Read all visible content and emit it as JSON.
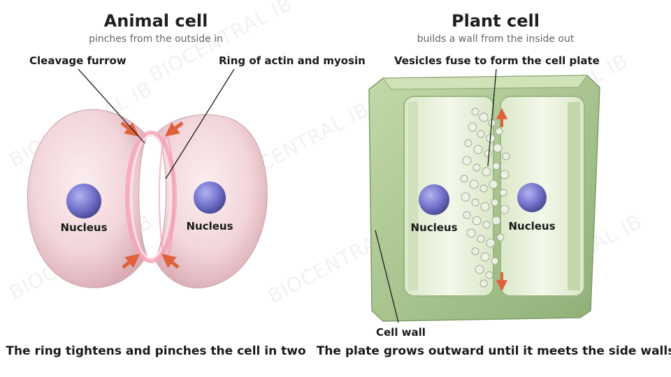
{
  "animal": {
    "title": "Animal cell",
    "subtitle": "pinches from the outside in",
    "label_furrow": "Cleavage furrow",
    "label_ring": "Ring of actin and myosin",
    "nucleus_left": "Nucleus",
    "nucleus_right": "Nucleus",
    "caption": "The ring tightens and pinches the cell in two"
  },
  "plant": {
    "title": "Plant cell",
    "subtitle": "builds a wall from the inside out",
    "label_vesicles": "Vesicles fuse to form the cell plate",
    "label_wall": "Cell wall",
    "nucleus_left": "Nucleus",
    "nucleus_right": "Nucleus",
    "caption": "The plate grows outward until it meets the side walls"
  },
  "watermark": "BIOCENTRAL IB",
  "colors": {
    "cell_pink": "#f0cfd4",
    "ring_pink": "#f7a6b8",
    "nucleus": "#6f6fc8",
    "wall_green": "#a9c790",
    "cytoplasm_green": "#e9f1dc",
    "arrow_red": "#e0603c"
  }
}
